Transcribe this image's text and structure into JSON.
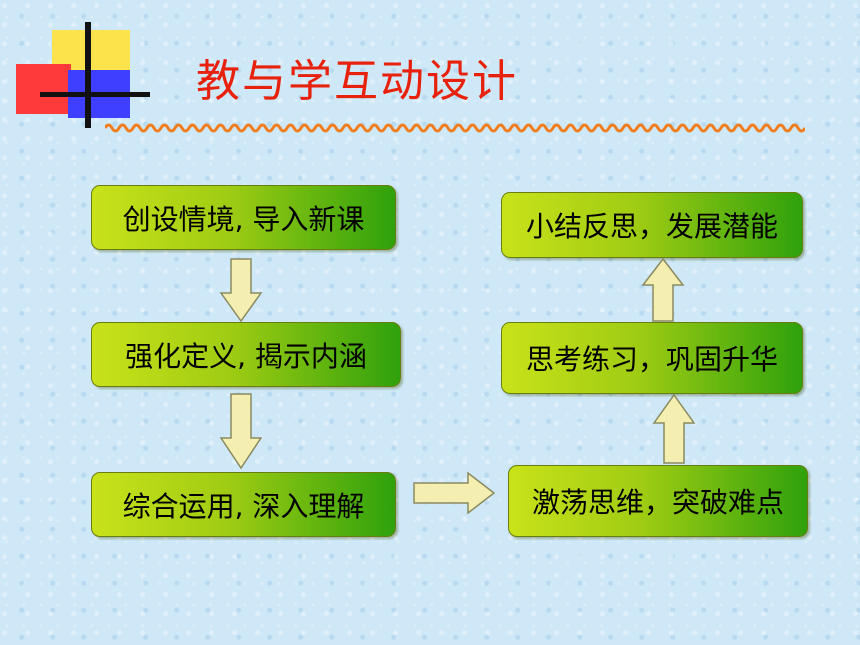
{
  "title": "教与学互动设计",
  "steps": {
    "s1": "创设情境, 导入新课",
    "s2": "强化定义, 揭示内涵",
    "s3": "综合运用, 深入理解",
    "s4": "激荡思维，突破难点",
    "s5": "思考练习，巩固升华",
    "s6": "小结反思，发展潜能"
  },
  "colors": {
    "title": "#e8210c",
    "box_light": "#c9e21a",
    "box_dark": "#2fa10c",
    "arrow_fill": "#f4eeb0",
    "arrow_stroke": "#8a8a60",
    "background": "#cfe8f7"
  }
}
